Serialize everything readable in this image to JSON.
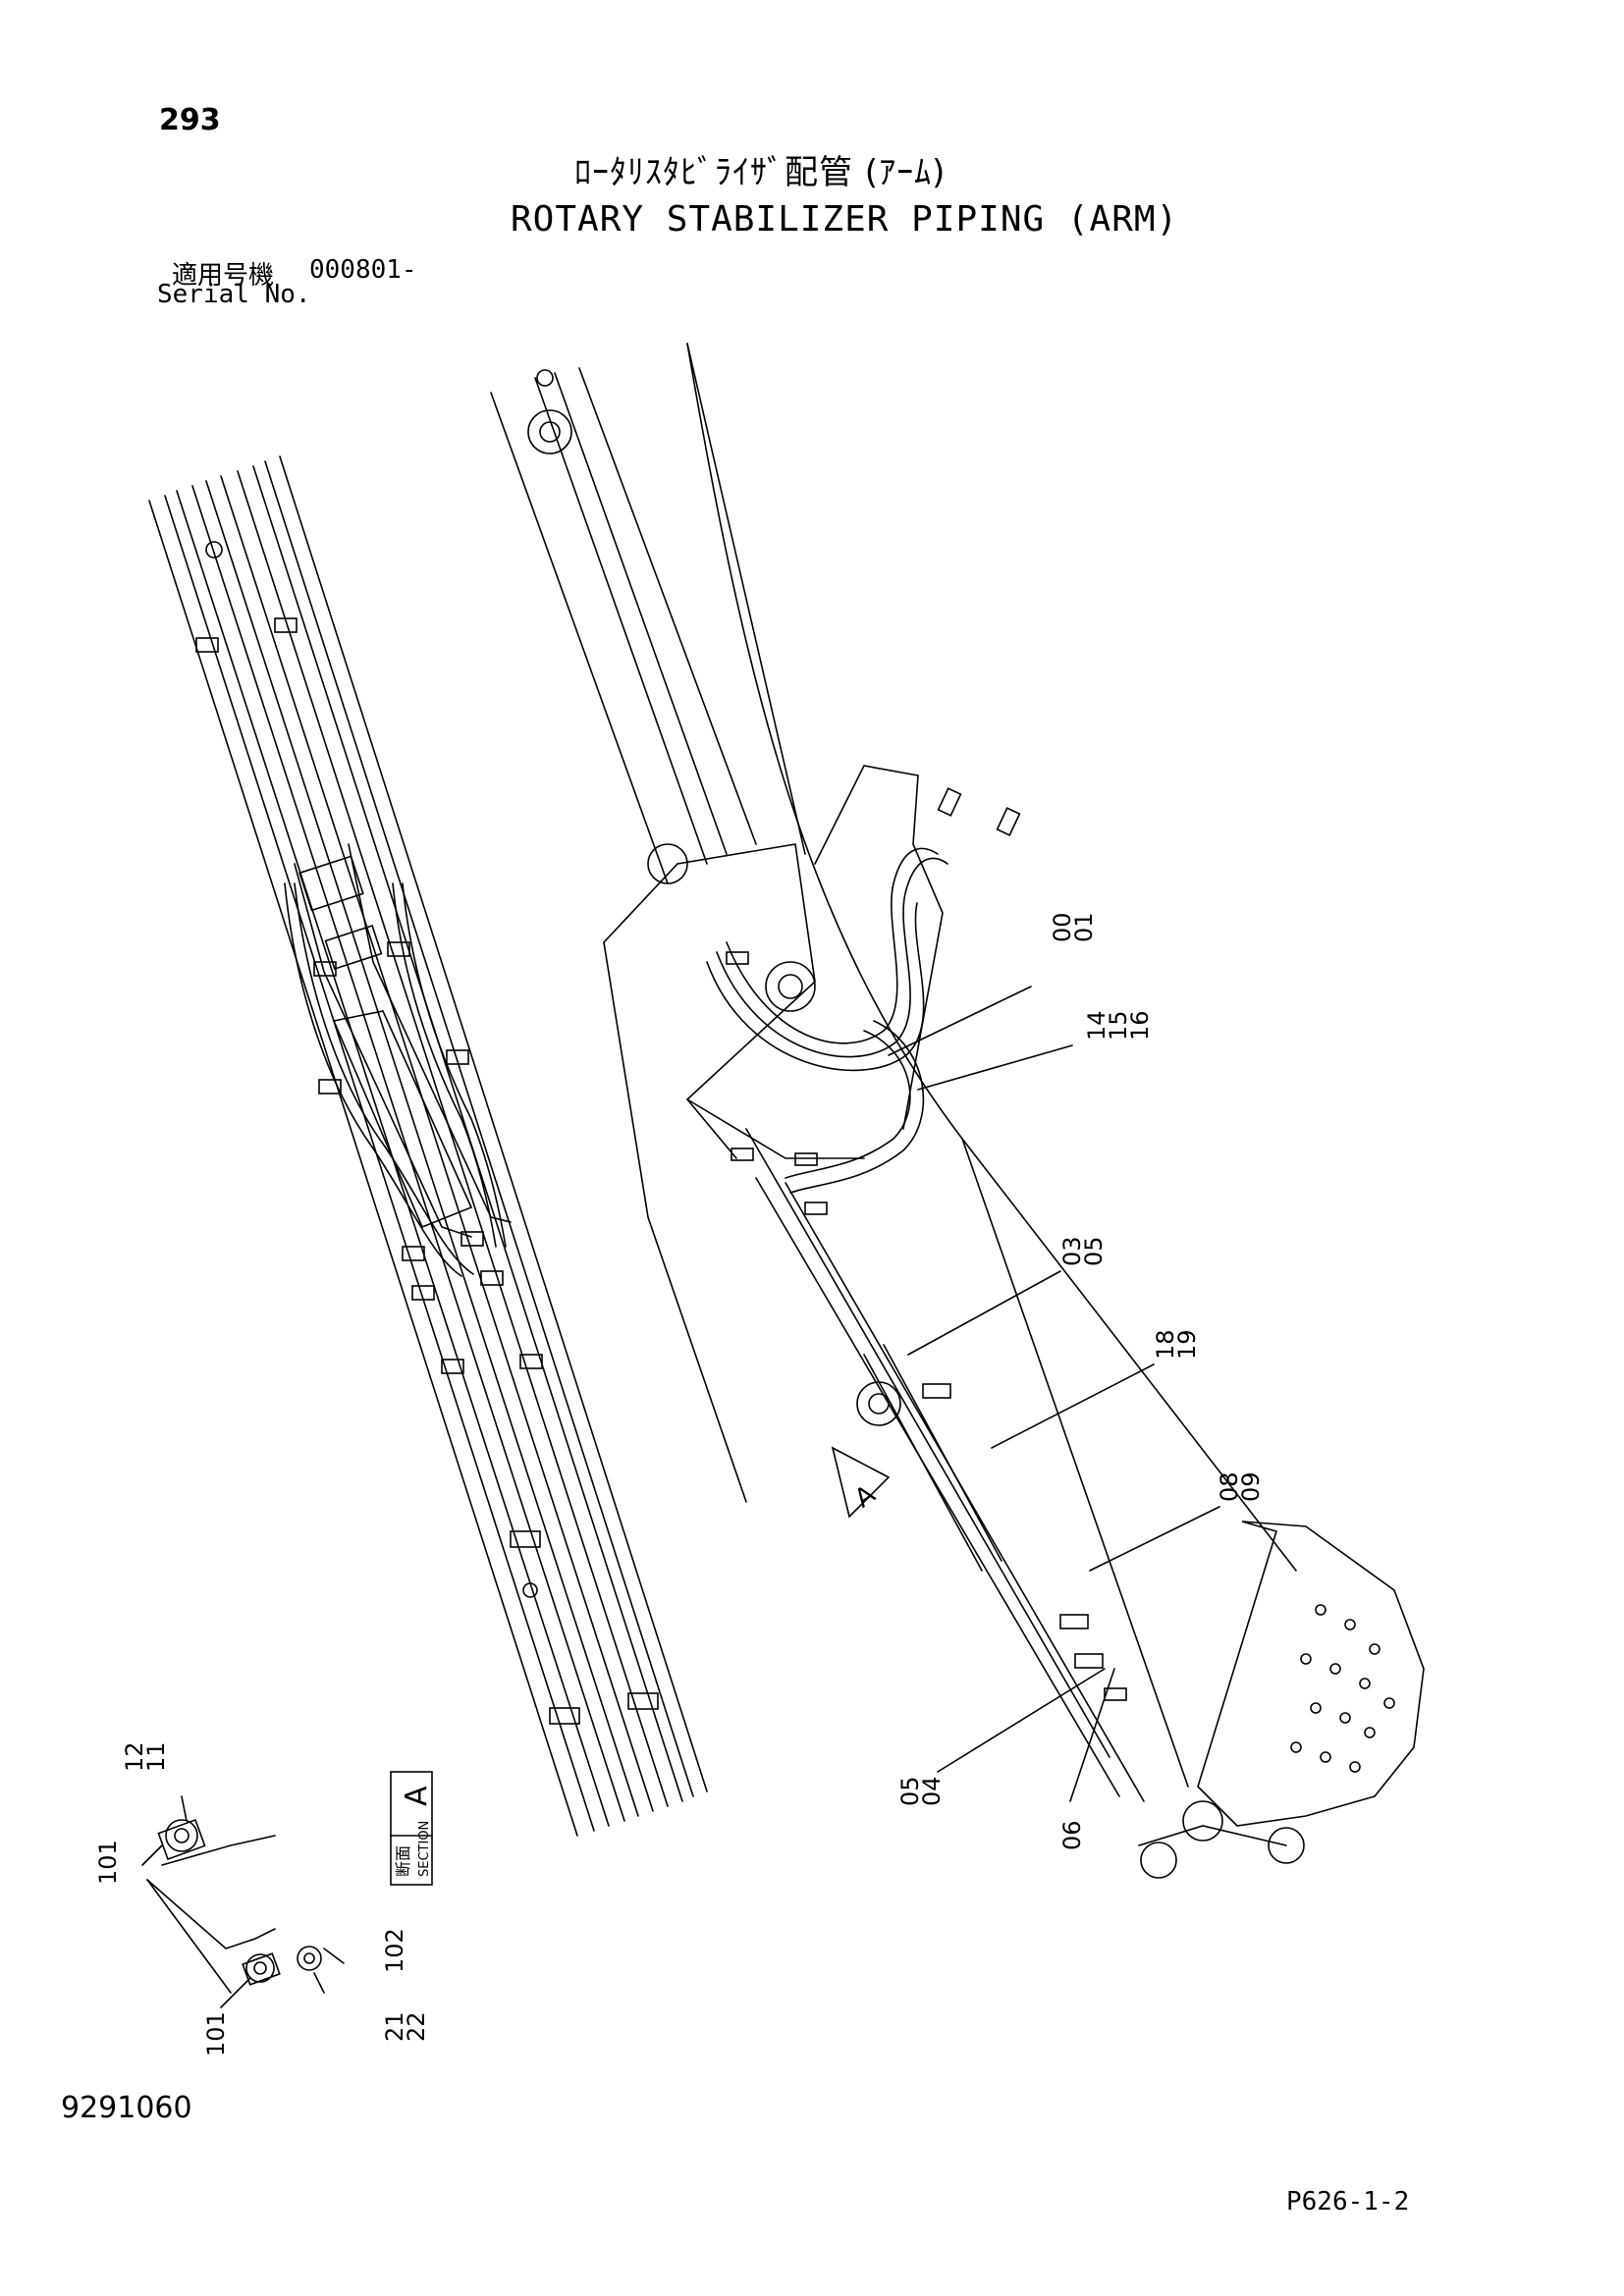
{
  "header": {
    "page_number": "293",
    "title_jp": "ﾛｰﾀﾘｽﾀﾋﾞﾗｲｻﾞ配管 (ｱｰﾑ)",
    "title_en": "ROTARY STABILIZER PIPING (ARM)",
    "serial_label_jp": "適用号機",
    "serial_value": "000801-",
    "serial_label_en": "Serial No."
  },
  "callouts": {
    "c00_01": [
      "00",
      "01"
    ],
    "c14_15_16": [
      "14",
      "15",
      "16"
    ],
    "c03_05": [
      "03",
      "05"
    ],
    "c18_19": [
      "18",
      "19"
    ],
    "c08_09": [
      "08",
      "09"
    ],
    "c05_04": [
      "05",
      "04"
    ],
    "c06": "06",
    "c12_11": [
      "12",
      "11"
    ],
    "c101_top": "101",
    "c101_bottom": "101",
    "c102": "102",
    "c21_22": [
      "21",
      "22"
    ]
  },
  "section": {
    "marker_letter": "A",
    "label_jp": "断面",
    "label_en": "SECTION",
    "letter": "A"
  },
  "footer": {
    "drawing_number": "9291060",
    "page_code": "P626-1-2"
  }
}
